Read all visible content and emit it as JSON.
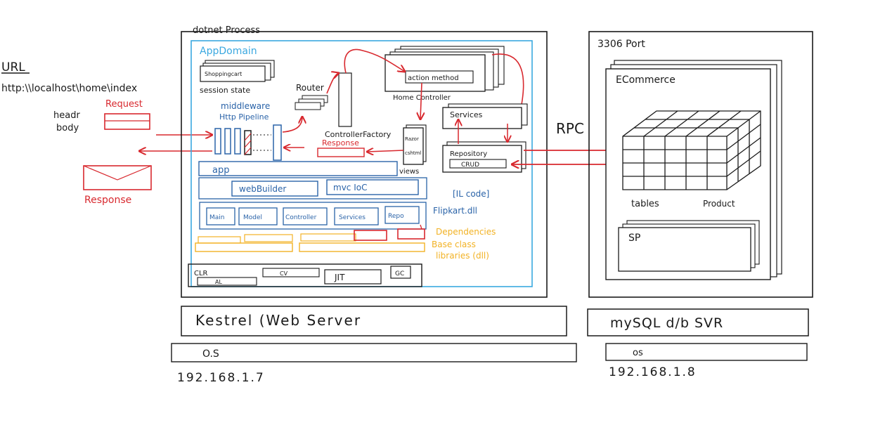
{
  "colors": {
    "ink": "#1a1a1a",
    "request_red": "#d8282e",
    "pipeline_blue": "#2a63a8",
    "appdomain_cyan": "#3aa8e0",
    "dependency_orange": "#f2b224"
  },
  "client": {
    "url_label": "URL",
    "url_value": "http:\\\\localhost\\home\\index",
    "headers_label": "headr",
    "body_label": "body",
    "request_label": "Request",
    "response_label": "Response"
  },
  "app_server": {
    "process_label": "dotnet Process",
    "appdomain_label": "AppDomain",
    "session_item": "Shoppingcart",
    "session_label": "session state",
    "router_label": "Router",
    "middleware_label": "middleware",
    "pipeline_label": "Http Pipeline",
    "response_label": "Response",
    "controller_factory_label": "ControllerFactory",
    "action_method_label": "action method",
    "home_controller_label": "Home Controller",
    "services_label": "Services",
    "razor_label": "Razor",
    "cshtml_label": "cshtml",
    "views_label": "views",
    "repository_label": "Repository",
    "crud_label": "CRUD",
    "app_label": "app",
    "webbuilder_label": "webBuilder",
    "mvc_ioc_label": "mvc IoC",
    "il_code_label": "[IL code]",
    "assembly_label": "Flipkart.dll",
    "modules": [
      "Main",
      "Model",
      "Controller",
      "Services",
      "Repo"
    ],
    "dependencies_label": "Dependencies",
    "bcl_line1": "Base class",
    "bcl_line2": "libraries (dll)",
    "clr_label": "CLR",
    "al_label": "AL",
    "cv_label": "CV",
    "jit_label": "JIT",
    "gc_label": "GC",
    "webserver_label": "Kestrel (Web Server",
    "os_label": "O.S",
    "ip": "192.168.1.7"
  },
  "rpc_label": "RPC",
  "db_server": {
    "port_label": "3306 Port",
    "database_label": "ECommerce",
    "tables_label": "tables",
    "products_label": "Product",
    "sp_label": "SP",
    "server_label": "mySQL d/b SVR",
    "os_label": "os",
    "ip": "192.168.1.8"
  }
}
